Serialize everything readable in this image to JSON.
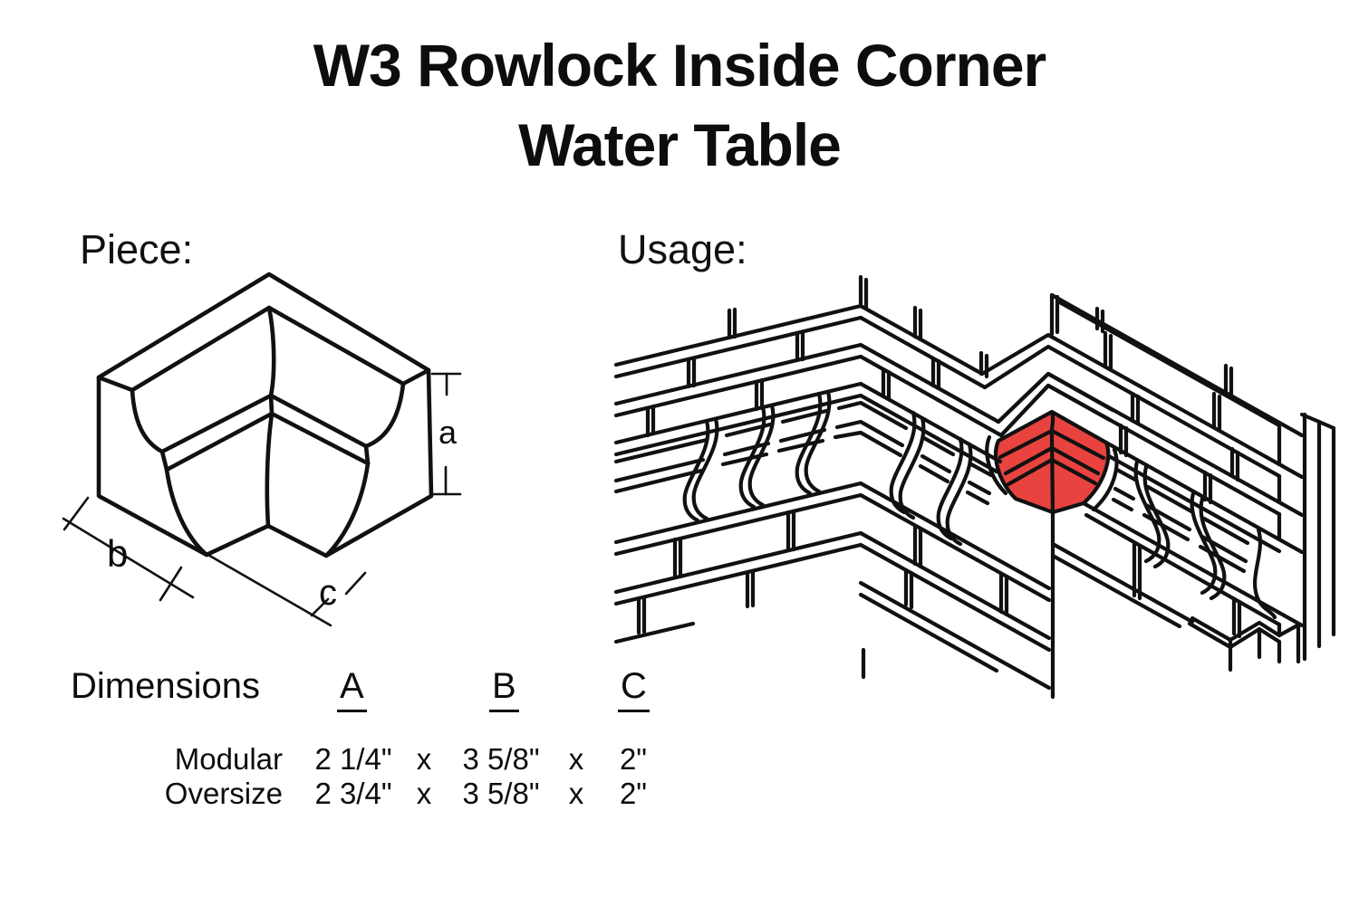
{
  "title": {
    "line1": "W3 Rowlock Inside Corner",
    "line2": "Water Table"
  },
  "sections": {
    "piece_label": "Piece:",
    "usage_label": "Usage:"
  },
  "piece_dim_labels": {
    "a": "a",
    "b": "b",
    "c": "c"
  },
  "dimensions_table": {
    "heading": "Dimensions",
    "columns": {
      "a": "A",
      "b": "B",
      "c": "C"
    },
    "separator": "x",
    "rows": [
      {
        "label": "Modular",
        "a": "2 1/4\"",
        "b": "3 5/8\"",
        "c": "2\""
      },
      {
        "label": "Oversize",
        "a": "2 3/4\"",
        "b": "3 5/8\"",
        "c": "2\""
      }
    ]
  },
  "colors": {
    "highlight_red": "#E94340",
    "line_black": "#111111"
  }
}
